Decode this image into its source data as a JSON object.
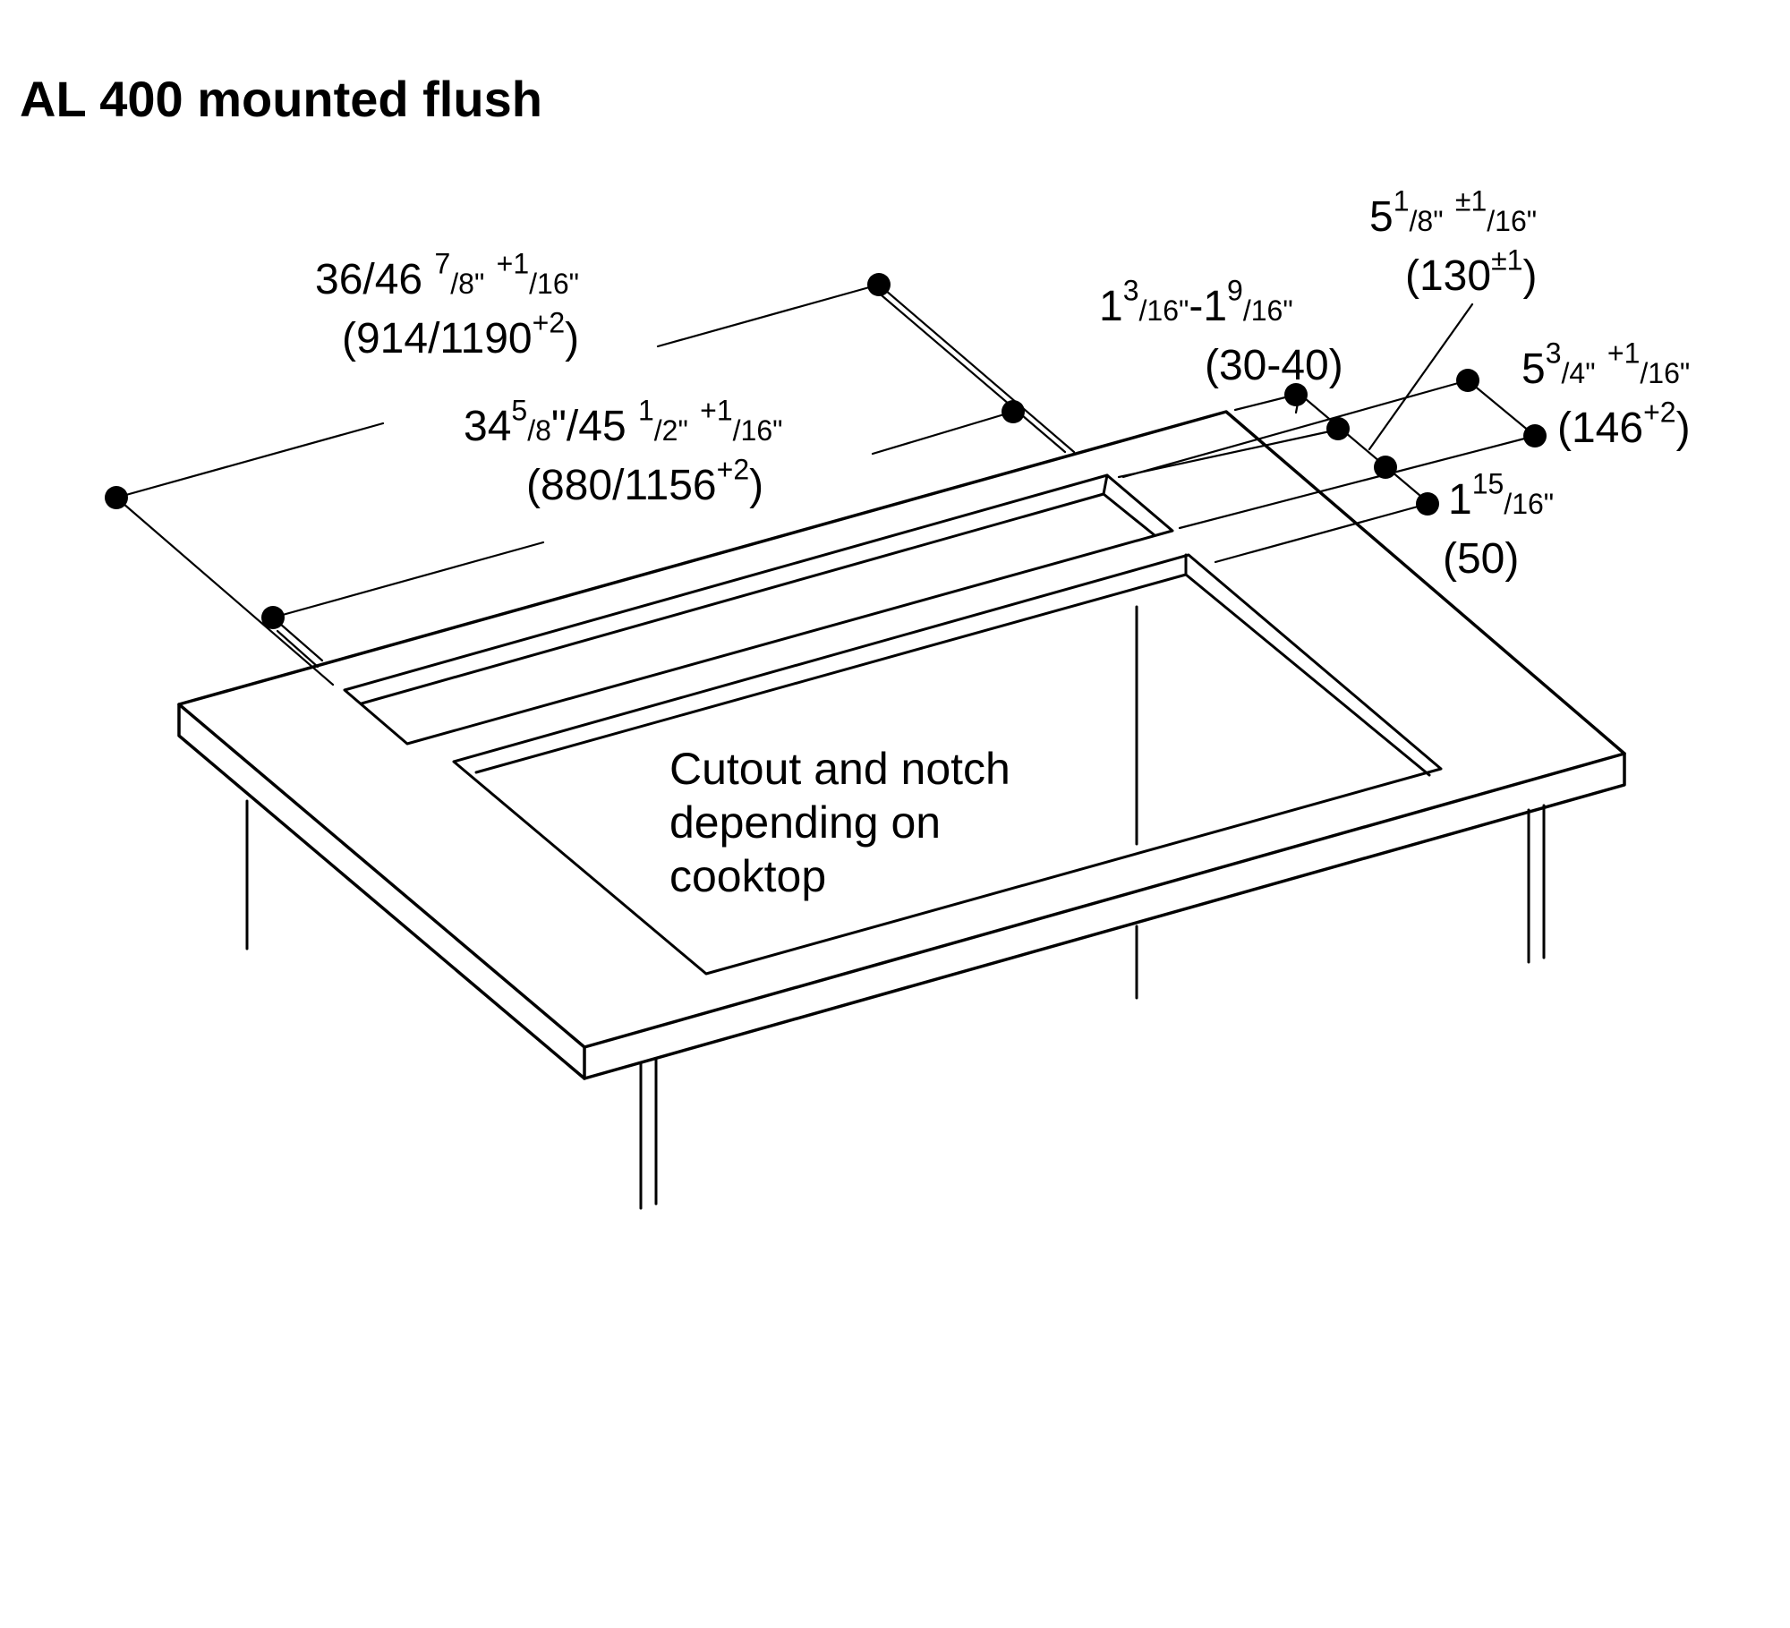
{
  "title": "AL 400 mounted flush",
  "note_lines": [
    "Cutout and notch",
    "depending on",
    "cooktop"
  ],
  "dimensions": {
    "overall_width": {
      "in_whole": "36/46",
      "in_frac_num": "7",
      "in_frac_den": "8",
      "in_inch": "\"",
      "tol": "+1",
      "tol_den": "/16\"",
      "mm": "(914/1190",
      "mm_tol": "+2",
      "mm_close": ")"
    },
    "cutout_width": {
      "a_whole": "34",
      "a_num": "5",
      "a_den": "/8",
      "a_sep": "\"/45 ",
      "b_num": "1",
      "b_den": "/2",
      "b_inch": "\"",
      "tol": "+1",
      "tol_den": "/16\"",
      "mm": "(880/1156",
      "mm_tol": "+2",
      "mm_close": ")"
    },
    "gap": {
      "a_whole": "1",
      "a_num": "3",
      "a_den": "/16\"",
      "sep": "-1",
      "b_num": "9",
      "b_den": "/16\"",
      "mm": "(30-40)"
    },
    "depth_total": {
      "whole": "5",
      "num": "1",
      "den": "/8",
      "inch": "\"",
      "tol": "±1",
      "tol_den": "/16\"",
      "mm": "(130",
      "mm_tol": "±1",
      "mm_close": ")"
    },
    "depth_back": {
      "whole": "5",
      "num": "3",
      "den": "/4",
      "inch": "\"",
      "tol": "+1",
      "tol_den": "/16\"",
      "mm": "(146",
      "mm_tol": "+2",
      "mm_close": ")"
    },
    "depth_front": {
      "whole": "1",
      "num": "15",
      "den": "/16\"",
      "mm": "(50)"
    }
  }
}
